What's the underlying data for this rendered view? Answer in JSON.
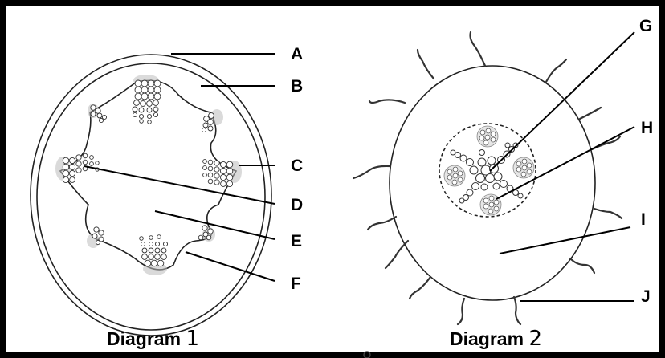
{
  "diagram1": {
    "caption_text": "Diagram",
    "caption_number": "1",
    "labels": [
      "A",
      "B",
      "C",
      "D",
      "E",
      "F"
    ]
  },
  "diagram2": {
    "caption_text": "Diagram",
    "caption_number": "2",
    "labels": [
      "G",
      "H",
      "I",
      "J"
    ]
  },
  "colors": {
    "ink": "#000000",
    "stipple": "#9a9a9a",
    "background": "#ffffff"
  }
}
